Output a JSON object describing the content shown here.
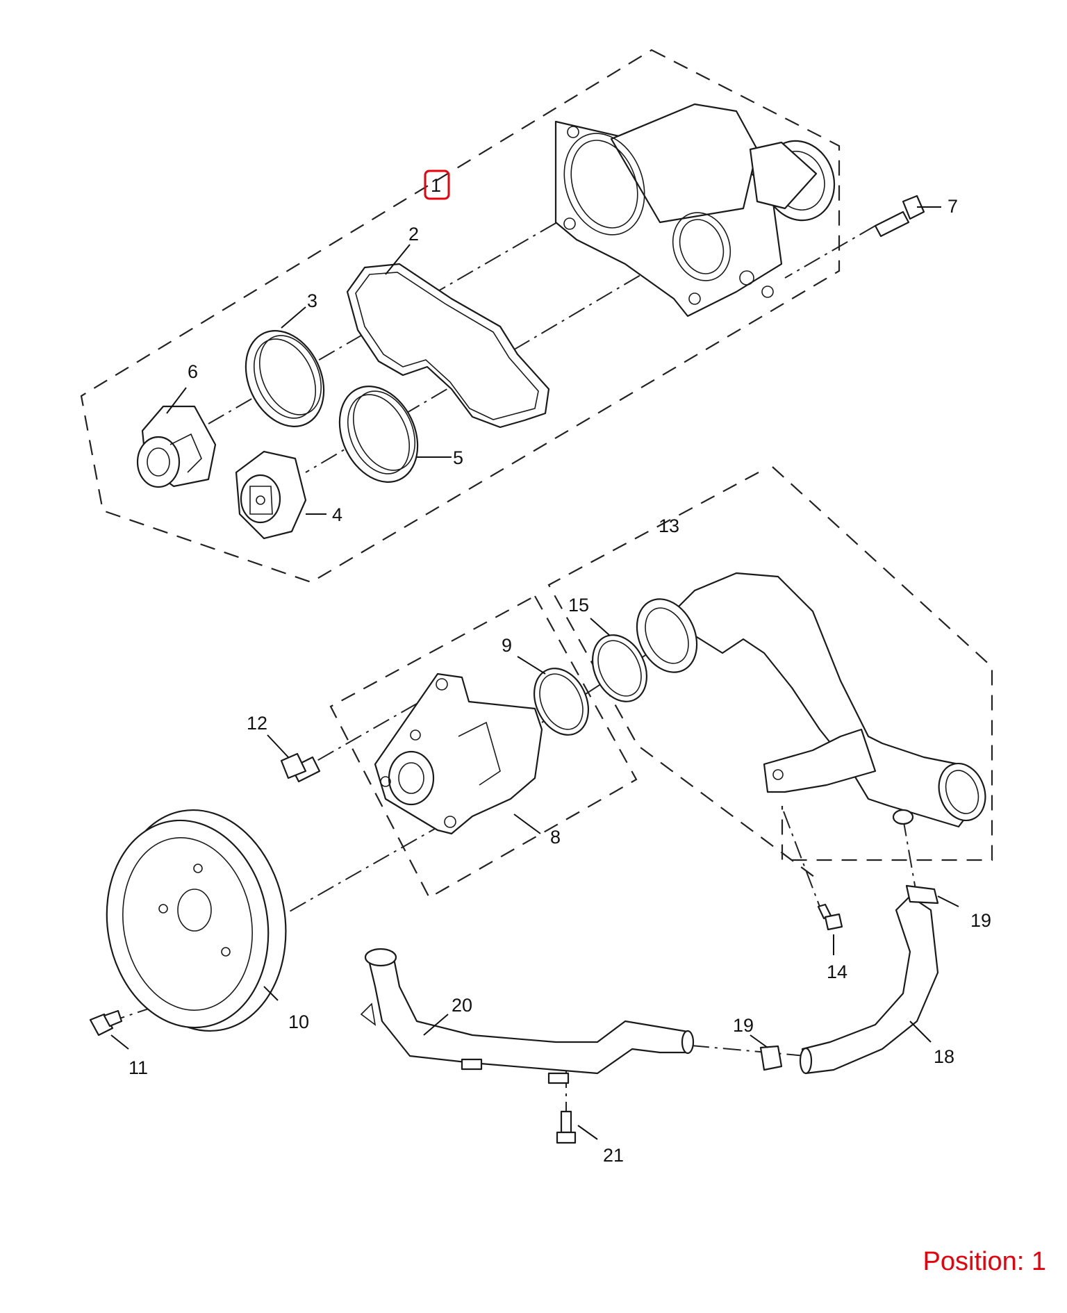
{
  "accent_color": "#e8000b",
  "callouts": {
    "c1": "1",
    "c2": "2",
    "c3": "3",
    "c4": "4",
    "c5": "5",
    "c6": "6",
    "c7": "7",
    "c8": "8",
    "c9": "9",
    "c10": "10",
    "c11": "11",
    "c12": "12",
    "c13": "13",
    "c14": "14",
    "c15": "15",
    "c18": "18",
    "c19a": "19",
    "c19b": "19",
    "c20": "20",
    "c21": "21"
  },
  "selected_callout": "1",
  "position_text": "Position: 1"
}
